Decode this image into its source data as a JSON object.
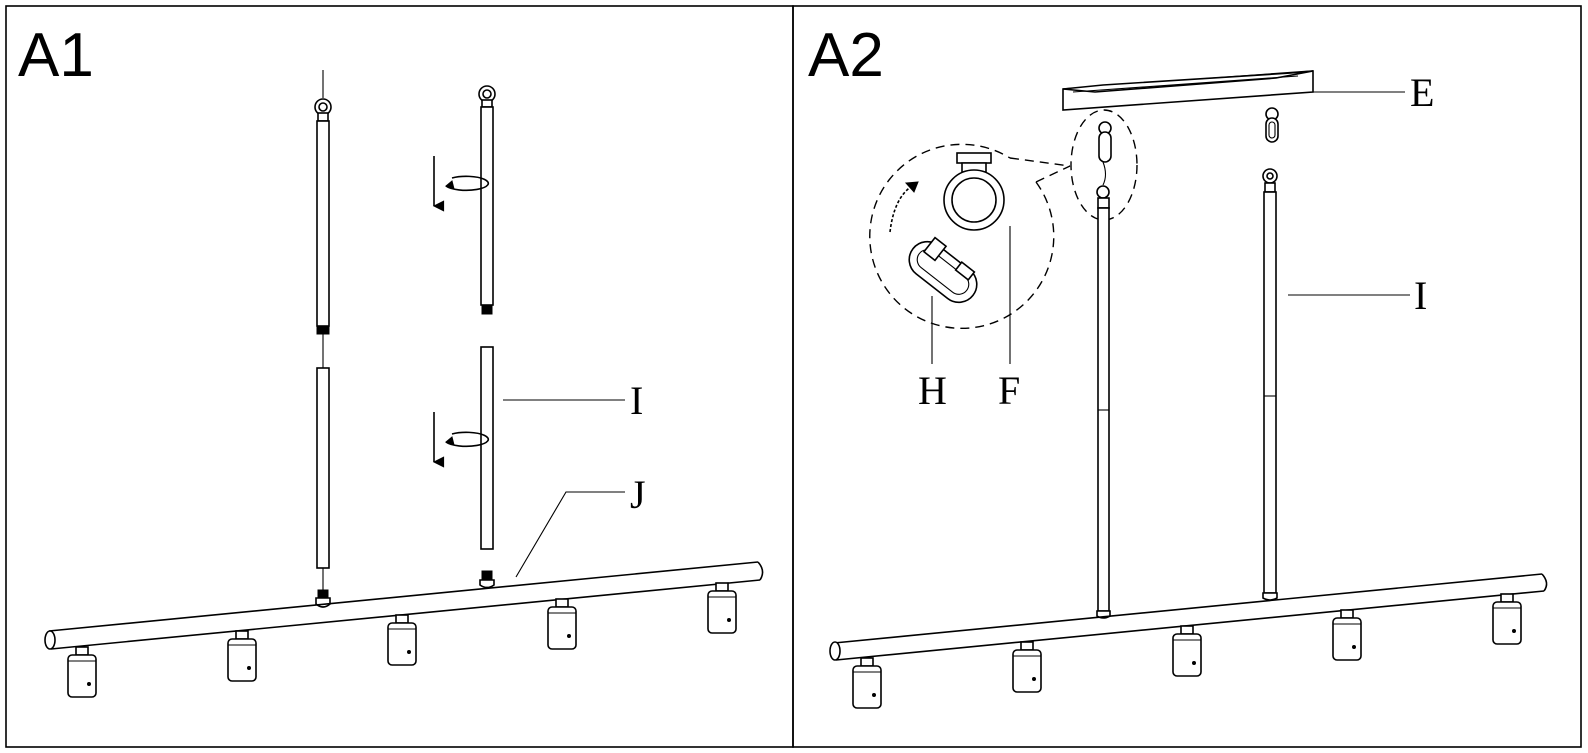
{
  "panels": [
    {
      "id": "A1",
      "title": "A1"
    },
    {
      "id": "A2",
      "title": "A2"
    }
  ],
  "labels": {
    "a1_i": "I",
    "a1_j": "J",
    "a2_e": "E",
    "a2_i": "I",
    "a2_h": "H",
    "a2_f": "F"
  }
}
